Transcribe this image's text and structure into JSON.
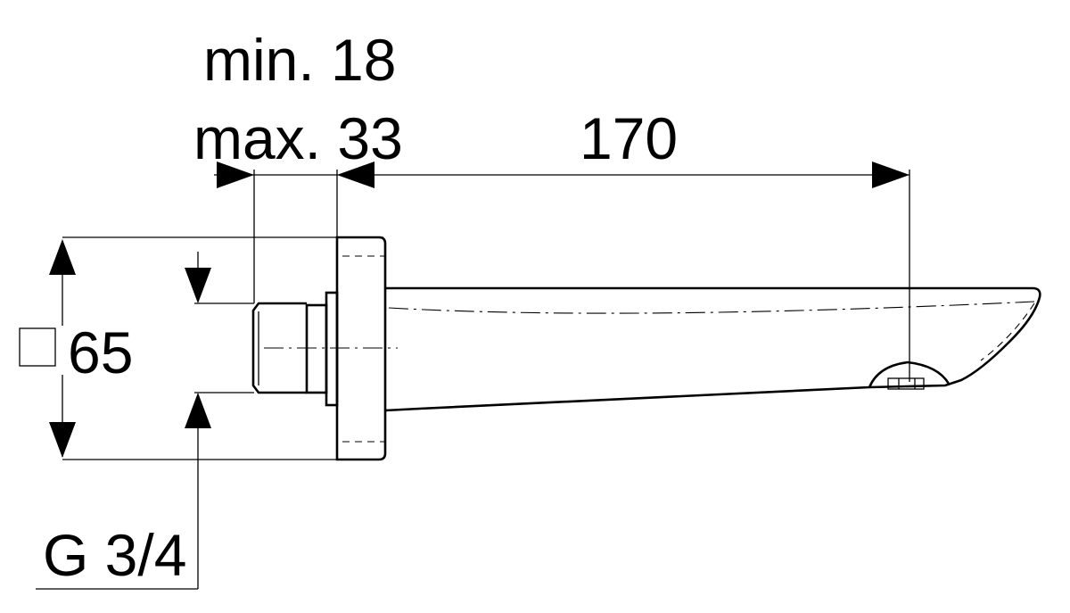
{
  "dimensions": {
    "wall_thickness_min": "min. 18",
    "wall_thickness_max": "max. 33",
    "spout_length": "170",
    "rosette_size": "65",
    "thread": "G 3/4"
  },
  "symbols": {
    "square_symbol": "square-icon"
  }
}
